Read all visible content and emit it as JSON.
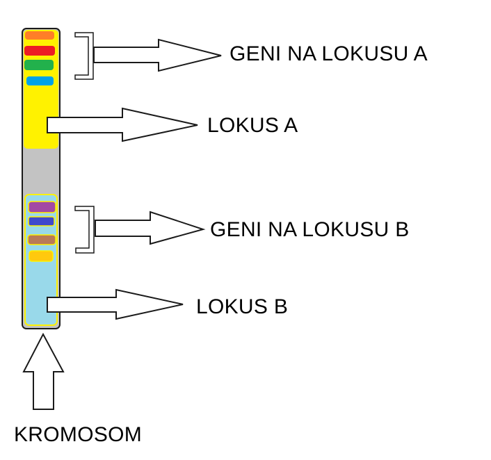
{
  "title": "Kromosom diagram",
  "labels": {
    "genes_a": "GENI NA LOKUSU A",
    "locus_a": "LOKUS A",
    "genes_b": "GENI NA LOKUSU B",
    "locus_b": "LOKUS B",
    "chromosome": "KROMOSOM"
  },
  "colors": {
    "chromosome_body": "#c3c3c3",
    "locus_a": "#fff200",
    "locus_b": "#99d9ea",
    "locus_b_outline": "#fff200",
    "outline": "#1a1a1a"
  },
  "locus_a_genes": [
    {
      "name": "gene-orange",
      "color": "#ff7f27"
    },
    {
      "name": "gene-red",
      "color": "#ed1c24"
    },
    {
      "name": "gene-green",
      "color": "#22b14c"
    },
    {
      "name": "gene-sky-blue",
      "color": "#00a2e8"
    }
  ],
  "locus_b_genes": [
    {
      "name": "gene-purple",
      "color": "#a349a4"
    },
    {
      "name": "gene-indigo",
      "color": "#3f48cc"
    },
    {
      "name": "gene-brown",
      "color": "#b97a57"
    },
    {
      "name": "gene-gold",
      "color": "#ffc90e"
    }
  ]
}
